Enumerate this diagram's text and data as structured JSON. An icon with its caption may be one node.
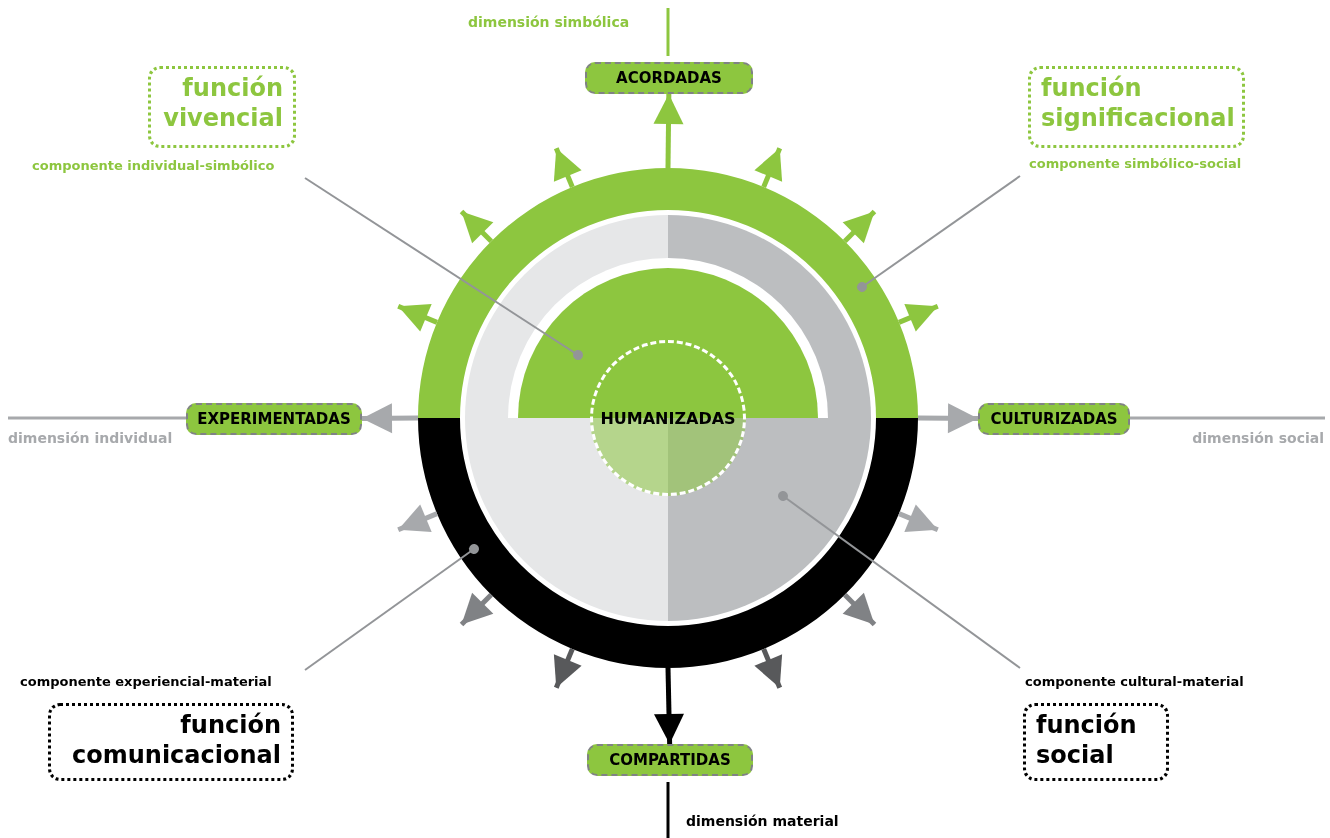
{
  "diagram": {
    "nodes": [
      {
        "text": [
          "función vivencial"
        ],
        "beside": [
          "componente individual-simbólico"
        ]
      },
      {
        "text": [
          "función significacional"
        ],
        "beside": [
          "componente simbólico-social"
        ]
      },
      {
        "text": [
          "función comunicacional"
        ],
        "beside": [
          "componente experiencial-material"
        ]
      },
      {
        "text": [
          "función social"
        ],
        "beside": [
          "componente cultural-material"
        ]
      },
      {
        "text": [
          "ACORDADAS"
        ]
      },
      {
        "text": [
          "EXPERIMENTADAS"
        ]
      },
      {
        "text": [
          "CULTURIZADAS"
        ]
      },
      {
        "text": [
          "COMPARTIDAS"
        ]
      },
      {
        "text": [
          "HUMANIZADAS"
        ]
      },
      {
        "text": [],
        "shape": "semicircle"
      },
      {
        "text": [],
        "shape": "arc"
      },
      {
        "text": [],
        "shape": "arc"
      },
      {
        "text": [],
        "shape": "semicircle"
      },
      {
        "text": [],
        "shape": "semicircle"
      }
    ],
    "edges": [
      {
        "from": 0,
        "to": 9,
        "arrow": "other"
      },
      {
        "from": 1,
        "to": 10,
        "arrow": "other"
      },
      {
        "from": 2,
        "to": 11,
        "arrow": "other"
      },
      {
        "from": 3,
        "to": 12,
        "arrow": "other"
      },
      {
        "from": 10,
        "to": 4,
        "arrow": "to",
        "color": "#8dc63f"
      },
      {
        "from": 10,
        "to": null,
        "arrow": "to",
        "color": "#8dc63f"
      },
      {
        "from": 10,
        "to": null,
        "arrow": "to",
        "color": "#8dc63f"
      },
      {
        "from": 10,
        "to": null,
        "arrow": "to",
        "color": "#8dc63f"
      },
      {
        "from": 10,
        "to": null,
        "arrow": "to",
        "color": "#8dc63f"
      },
      {
        "from": 10,
        "to": null,
        "arrow": "to",
        "color": "#8dc63f"
      },
      {
        "from": 10,
        "to": null,
        "arrow": "to",
        "color": "#8dc63f"
      },
      {
        "from": 10,
        "to": 5,
        "arrow": "to",
        "color": "#a7a9ac"
      },
      {
        "from": 10,
        "to": 6,
        "arrow": "to",
        "color": "#a7a9ac"
      },
      {
        "from": 11,
        "to": null,
        "arrow": "to",
        "color": "#a7a9ac"
      },
      {
        "from": 11,
        "to": null,
        "arrow": "to",
        "color": "#808285"
      },
      {
        "from": 11,
        "to": null,
        "arrow": "to",
        "color": "#58595b"
      },
      {
        "from": 11,
        "to": null,
        "arrow": "to",
        "color": "#a7a9ac"
      },
      {
        "from": 11,
        "to": null,
        "arrow": "to",
        "color": "#808285"
      },
      {
        "from": 11,
        "to": null,
        "arrow": "to",
        "color": "#58595b"
      },
      {
        "from": 11,
        "to": 7,
        "arrow": "to",
        "color": "#000000"
      }
    ],
    "labels": [
      "dimensión simbólica",
      "dimensión individual",
      "dimensión social",
      "dimensión material"
    ]
  }
}
